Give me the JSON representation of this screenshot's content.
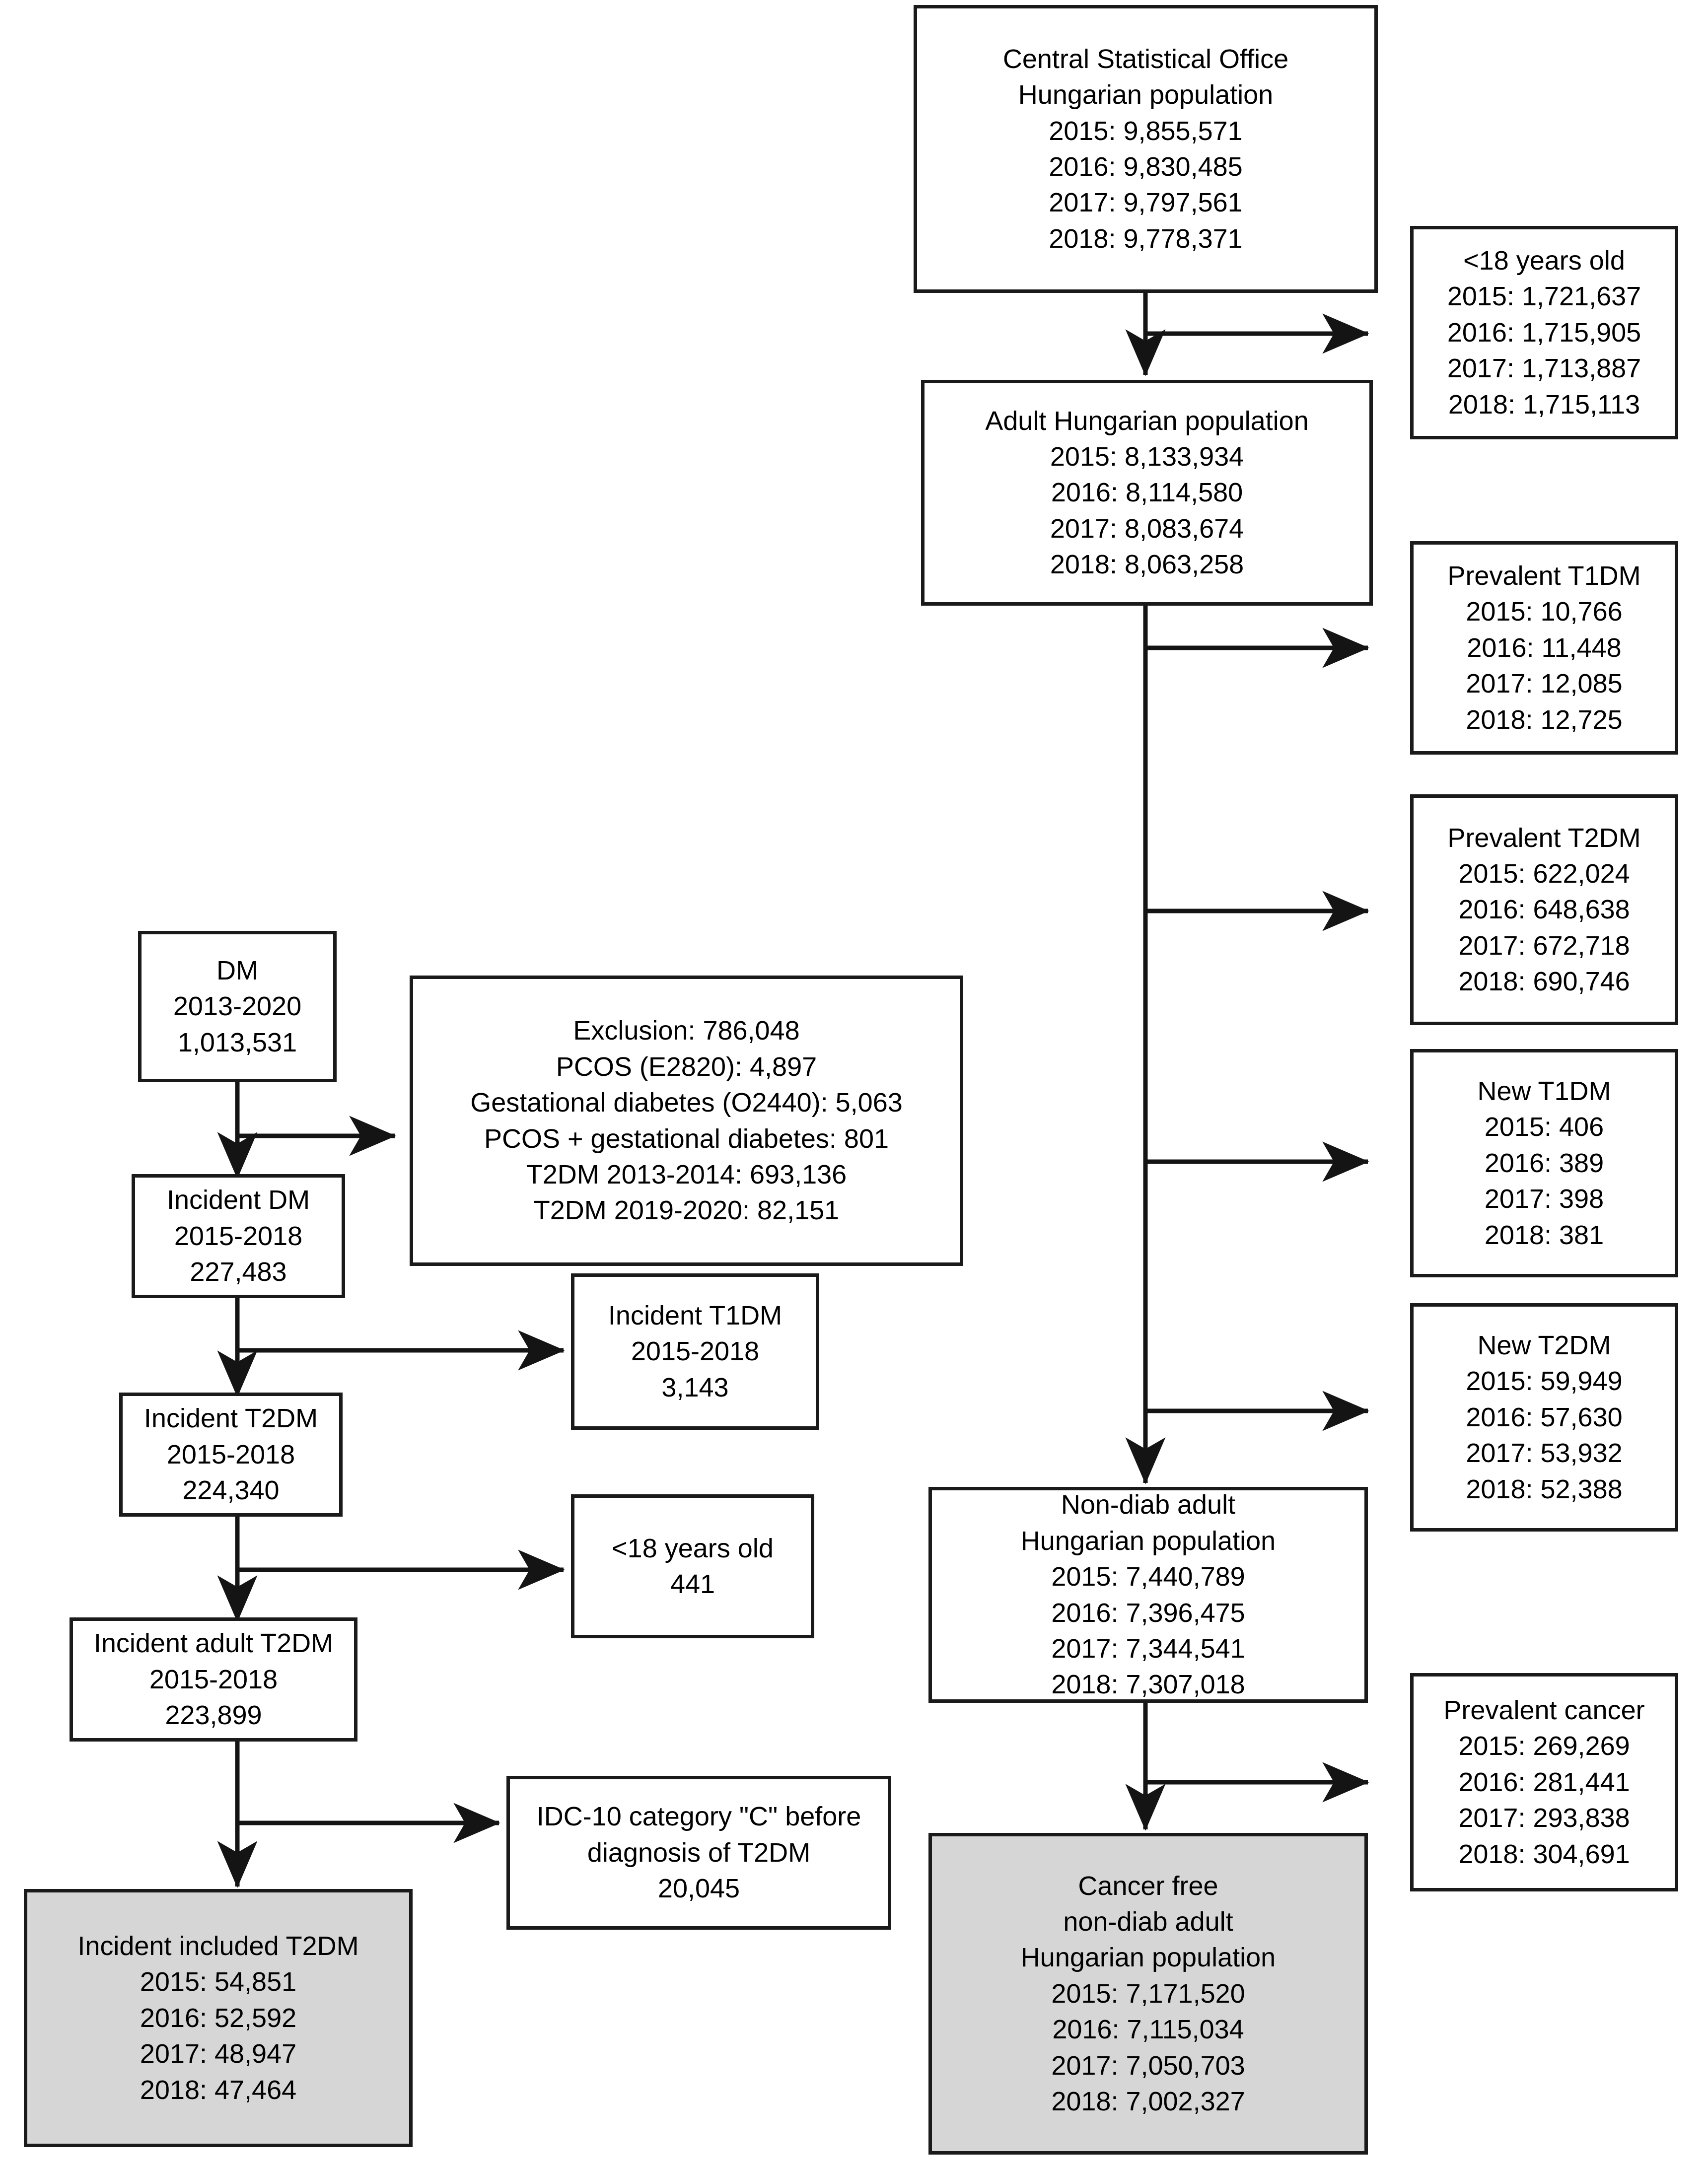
{
  "figure": {
    "type": "flowchart",
    "orientation": "top-down",
    "shaded_fill": "#d6d6d6",
    "box_fill": "#ffffff",
    "stroke": "#1a1a1a"
  },
  "nodes": {
    "cso": {
      "id": "central-statistical-office",
      "lines": [
        "Central Statistical Office",
        "Hungarian population",
        "2015: 9,855,571",
        "2016: 9,830,485",
        "2017: 9,797,561",
        "2018: 9,778,371"
      ],
      "shaded": false
    },
    "under18_right": {
      "id": "under-18-years-old-population",
      "lines": [
        "<18 years old",
        "2015: 1,721,637",
        "2016: 1,715,905",
        "2017: 1,713,887",
        "2018: 1,715,113"
      ],
      "shaded": false
    },
    "adult": {
      "id": "adult-hungarian-population",
      "lines": [
        "Adult Hungarian population",
        "2015: 8,133,934",
        "2016: 8,114,580",
        "2017: 8,083,674",
        "2018: 8,063,258"
      ],
      "shaded": false
    },
    "prevalent_t1dm": {
      "id": "prevalent-t1dm",
      "lines": [
        "Prevalent T1DM",
        "2015: 10,766",
        "2016: 11,448",
        "2017: 12,085",
        "2018: 12,725"
      ],
      "shaded": false
    },
    "prevalent_t2dm": {
      "id": "prevalent-t2dm",
      "lines": [
        "Prevalent T2DM",
        "2015: 622,024",
        "2016: 648,638",
        "2017: 672,718",
        "2018: 690,746"
      ],
      "shaded": false
    },
    "new_t1dm": {
      "id": "new-t1dm",
      "lines": [
        "New T1DM",
        "2015: 406",
        "2016: 389",
        "2017: 398",
        "2018: 381"
      ],
      "shaded": false
    },
    "new_t2dm": {
      "id": "new-t2dm",
      "lines": [
        "New T2DM",
        "2015: 59,949",
        "2016: 57,630",
        "2017: 53,932",
        "2018: 52,388"
      ],
      "shaded": false
    },
    "nondiab": {
      "id": "non-diab-adult-hungarian-population",
      "lines": [
        "Non-diab adult",
        "Hungarian population",
        "2015: 7,440,789",
        "2016: 7,396,475",
        "2017: 7,344,541",
        "2018: 7,307,018"
      ],
      "shaded": false
    },
    "prevalent_cancer": {
      "id": "prevalent-cancer",
      "lines": [
        "Prevalent cancer",
        "2015: 269,269",
        "2016: 281,441",
        "2017: 293,838",
        "2018: 304,691"
      ],
      "shaded": false
    },
    "cancer_free": {
      "id": "cancer-free-non-diab-adult-hungarian-population",
      "lines": [
        "Cancer free",
        "non-diab adult",
        "Hungarian population",
        "2015: 7,171,520",
        "2016: 7,115,034",
        "2017: 7,050,703",
        "2018: 7,002,327"
      ],
      "shaded": true
    },
    "dm": {
      "id": "dm-2013-2020",
      "lines": [
        "DM",
        "2013-2020",
        "1,013,531"
      ],
      "shaded": false
    },
    "exclusion": {
      "id": "exclusion",
      "lines": [
        "Exclusion: 786,048",
        "PCOS (E2820): 4,897",
        "Gestational diabetes (O2440): 5,063",
        "PCOS + gestational diabetes: 801",
        "T2DM 2013-2014: 693,136",
        "T2DM 2019-2020: 82,151"
      ],
      "shaded": false
    },
    "incident_dm": {
      "id": "incident-dm",
      "lines": [
        "Incident DM",
        "2015-2018",
        "227,483"
      ],
      "shaded": false
    },
    "incident_t1dm": {
      "id": "incident-t1dm",
      "lines": [
        "Incident T1DM",
        "2015-2018",
        "3,143"
      ],
      "shaded": false
    },
    "incident_t2dm": {
      "id": "incident-t2dm",
      "lines": [
        "Incident T2DM",
        "2015-2018",
        "224,340"
      ],
      "shaded": false
    },
    "under18_left": {
      "id": "under-18-years-old-t2dm",
      "lines": [
        "<18 years old",
        "441"
      ],
      "shaded": false
    },
    "incident_adult_t2dm": {
      "id": "incident-adult-t2dm",
      "lines": [
        "Incident adult T2DM",
        "2015-2018",
        "223,899"
      ],
      "shaded": false
    },
    "idc10": {
      "id": "idc-10-category-c-before-diagnosis",
      "lines": [
        "IDC-10 category \"C\" before",
        "diagnosis of T2DM",
        "20,045"
      ],
      "shaded": false
    },
    "included": {
      "id": "incident-included-t2dm",
      "lines": [
        "Incident included T2DM",
        "2015: 54,851",
        "2016: 52,592",
        "2017: 48,947",
        "2018: 47,464"
      ],
      "shaded": true
    }
  },
  "edges": [
    {
      "from": "cso",
      "to": "adult",
      "kind": "down"
    },
    {
      "from": "cso",
      "to": "under18_right",
      "kind": "branch-right"
    },
    {
      "from": "adult",
      "to": "nondiab",
      "kind": "down"
    },
    {
      "from": "adult",
      "to": "prevalent_t1dm",
      "kind": "branch-right"
    },
    {
      "from": "adult",
      "to": "prevalent_t2dm",
      "kind": "branch-right"
    },
    {
      "from": "adult",
      "to": "new_t1dm",
      "kind": "branch-right"
    },
    {
      "from": "adult",
      "to": "new_t2dm",
      "kind": "branch-right"
    },
    {
      "from": "nondiab",
      "to": "cancer_free",
      "kind": "down"
    },
    {
      "from": "nondiab",
      "to": "prevalent_cancer",
      "kind": "branch-right"
    },
    {
      "from": "dm",
      "to": "incident_dm",
      "kind": "down"
    },
    {
      "from": "dm",
      "to": "exclusion",
      "kind": "branch-right"
    },
    {
      "from": "incident_dm",
      "to": "incident_t2dm",
      "kind": "down"
    },
    {
      "from": "incident_dm",
      "to": "incident_t1dm",
      "kind": "branch-right"
    },
    {
      "from": "incident_t2dm",
      "to": "incident_adult_t2dm",
      "kind": "down"
    },
    {
      "from": "incident_t2dm",
      "to": "under18_left",
      "kind": "branch-right"
    },
    {
      "from": "incident_adult_t2dm",
      "to": "included",
      "kind": "down"
    },
    {
      "from": "incident_adult_t2dm",
      "to": "idc10",
      "kind": "branch-right"
    }
  ]
}
